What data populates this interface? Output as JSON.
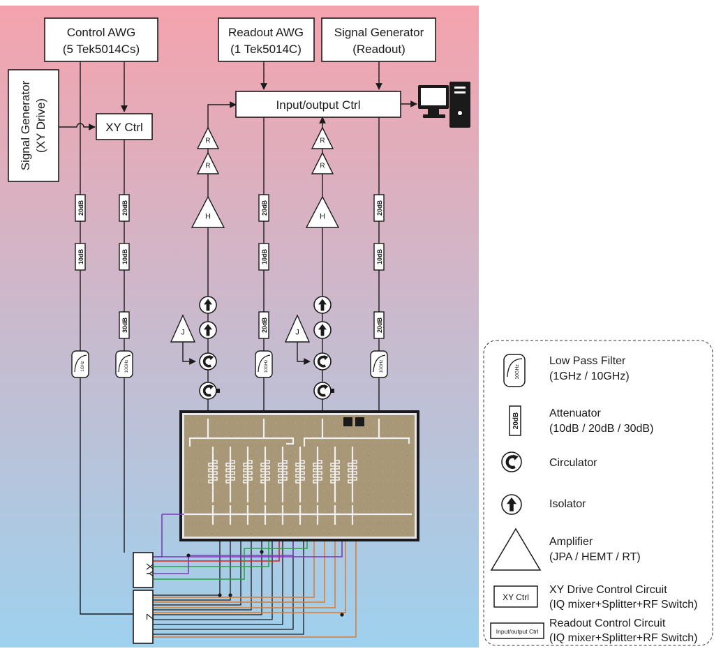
{
  "boxes": {
    "control_awg": {
      "line1": "Control AWG",
      "line2": "(5 Tek5014Cs)"
    },
    "readout_awg": {
      "line1": "Readout AWG",
      "line2": "(1 Tek5014C)"
    },
    "signal_gen_readout": {
      "line1": "Signal Generator",
      "line2": "(Readout)"
    },
    "signal_gen_xy": {
      "line1": "Signal Generator",
      "line2": "(XY Drive)"
    },
    "xy_ctrl": "XY Ctrl",
    "io_ctrl": "Input/output Ctrl",
    "xy_box": "XY",
    "z_box": "Z"
  },
  "components": {
    "att_20": "20dB",
    "att_10": "10dB",
    "att_30": "30dB",
    "lpf_1g": "1GHz",
    "lpf_10g": "10GHz",
    "amp_rt": "R",
    "amp_hemt": "H",
    "amp_jpa": "J"
  },
  "legend": {
    "lpf": {
      "title": "Low Pass Filter",
      "detail": "(1GHz / 10GHz)",
      "icon_label": "10GHz"
    },
    "att": {
      "title": "Attenuator",
      "detail": "(10dB / 20dB / 30dB)",
      "icon_label": "20dB"
    },
    "circ": {
      "title": "Circulator"
    },
    "iso": {
      "title": "Isolator"
    },
    "amp": {
      "title": "Amplifier",
      "detail": "(JPA / HEMT / RT)"
    },
    "xy": {
      "title": "XY Drive Control Circuit",
      "detail": "(IQ mixer+Splitter+RF Switch)",
      "icon_label": "XY Ctrl"
    },
    "ro": {
      "title": "Readout Control Circuit",
      "detail": "(IQ mixer+Splitter+RF Switch)",
      "icon_label": "Input/output Ctrl"
    }
  },
  "colors": {
    "bg_top": "#f4a3ad",
    "bg_bottom": "#9ed1ee",
    "wire": "#1a1a1a",
    "chip_bg": "#a89878",
    "red": "#d8231c",
    "green": "#27a244",
    "purple": "#7a3db2",
    "orange": "#e07a2a"
  }
}
